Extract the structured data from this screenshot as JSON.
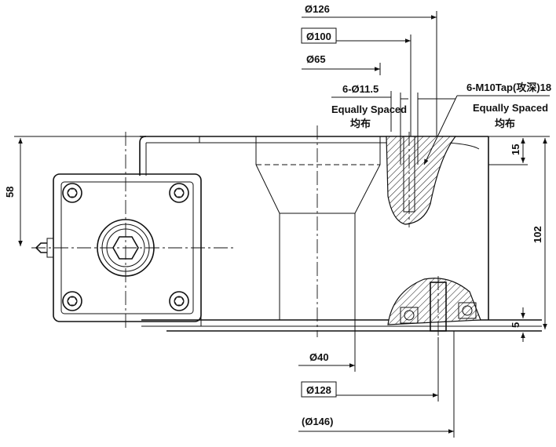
{
  "dimensions": {
    "d126": "Ø126",
    "d100": "Ø100",
    "d65": "Ø65",
    "holes": "6-Ø11.5",
    "holes_equal_en": "Equally Spaced",
    "holes_equal_zh": "均布",
    "tapped": "6-M10Tap(攻深)18",
    "tapped_equal_en": "Equally Spaced",
    "tapped_equal_zh": "均布",
    "h58": "58",
    "h15": "15",
    "h102": "102",
    "h5": "5",
    "d40": "Ø40",
    "d128": "Ø128",
    "d146": "(Ø146)"
  }
}
